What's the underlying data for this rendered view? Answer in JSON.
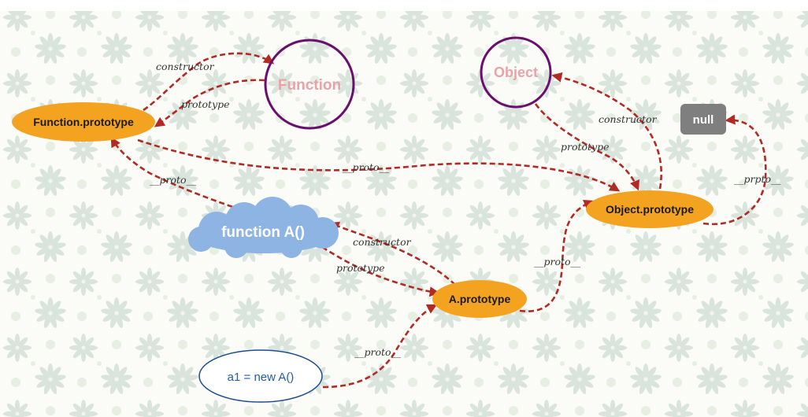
{
  "nodes": {
    "function_prototype": "Function.prototype",
    "function_ctor": "Function",
    "object_ctor": "Object",
    "null_node": "null",
    "object_prototype": "Object.prototype",
    "function_a": "function A()",
    "a_prototype": "A.prototype",
    "a1": "a1 = new A()"
  },
  "edge_labels": {
    "fp_to_function": "constructor",
    "function_to_fp": "prototype",
    "fp_to_op": "__proto__",
    "fa_to_fp": "__proto__",
    "op_to_object": "constructor",
    "object_to_op": "prototype",
    "op_to_null": "__prpto__",
    "ap_to_fa": "constructor",
    "fa_to_ap": "prototype",
    "ap_to_op": "__proto__",
    "a1_to_ap": "__proto__"
  },
  "colors": {
    "edge": "#b22a24",
    "orange_node": "#f4a321",
    "circle_stroke": "#6a0f6e",
    "circle_text": "#e8a3a8",
    "cloud": "#8eb4e3",
    "null_box": "#7f7f7f",
    "a1_border": "#1f4e8c",
    "a1_text": "#1f5ea8"
  }
}
